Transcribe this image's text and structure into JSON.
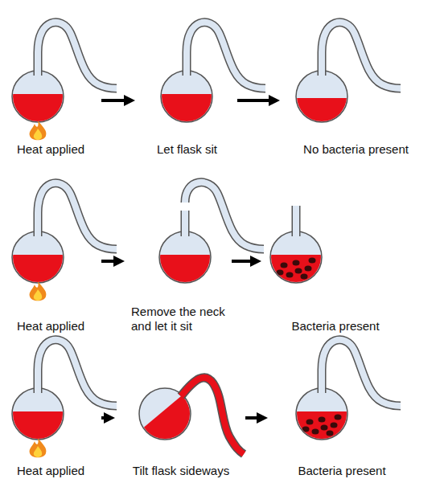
{
  "diagram": {
    "nodes": [
      {
        "text": [
          "Heat applied"
        ]
      },
      {
        "text": [
          "Let flask sit"
        ]
      },
      {
        "text": [
          "No bacteria present"
        ]
      },
      {
        "text": [
          "Heat applied"
        ]
      },
      {
        "text": [
          "Remove the neck and let it sit"
        ]
      },
      {
        "text": [
          "Bacteria present"
        ]
      },
      {
        "text": [
          "Heat applied"
        ]
      },
      {
        "text": [
          "Tilt flask sideways"
        ]
      },
      {
        "text": [
          "Bacteria present"
        ]
      }
    ],
    "edges": [
      {
        "from": 0,
        "to": 1,
        "arrow": "to"
      },
      {
        "from": 1,
        "to": 2,
        "arrow": "to"
      },
      {
        "from": 3,
        "to": 4,
        "arrow": "to"
      },
      {
        "from": 4,
        "to": 5,
        "arrow": "to"
      },
      {
        "from": 6,
        "to": 7,
        "arrow": "to"
      },
      {
        "from": 7,
        "to": 8,
        "arrow": "to"
      }
    ]
  }
}
